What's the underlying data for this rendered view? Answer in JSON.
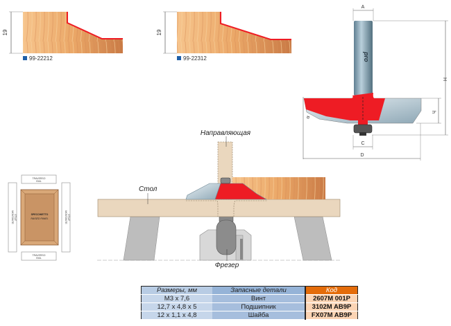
{
  "profiles": [
    {
      "code": "99-22212",
      "dimension": "19"
    },
    {
      "code": "99-22312",
      "dimension": "19"
    }
  ],
  "bit_dimensions": {
    "A": "A",
    "H": "H",
    "h": "h",
    "C": "C",
    "D": "D",
    "angle": "α"
  },
  "shank_logo": "pro",
  "labels": {
    "fence": "Направляющая",
    "table": "Стол",
    "router": "Фрезер"
  },
  "panel": {
    "rail_top": "TRAVERSO",
    "rail_top_en": "RAIL",
    "rail_bottom": "TRAVERSO",
    "rail_bottom_en": "RAIL",
    "stile_left": "MONTANTE",
    "stile_left_en": "STILE",
    "stile_right": "MONTANTE",
    "stile_right_en": "STILE",
    "center": "SPECCHIETTO",
    "center_en": "RAISED PANEL"
  },
  "spec_table": {
    "headers": [
      "Размеры, мм",
      "Запасные детали",
      "Код"
    ],
    "rows": [
      [
        "M3 x 7,6",
        "Винт",
        "2607M 001P"
      ],
      [
        "12,7 x 4,8 x 5",
        "Подшипник",
        "3102M AB9P"
      ],
      [
        "12 x 1,1 x 4,8",
        "Шайба",
        "FX07M AB9P"
      ]
    ]
  },
  "colors": {
    "cutter_red": "#ee1c24",
    "wood": "#e8a060",
    "code_square": "#1f5fa8",
    "header_orange": "#e46c0a"
  }
}
